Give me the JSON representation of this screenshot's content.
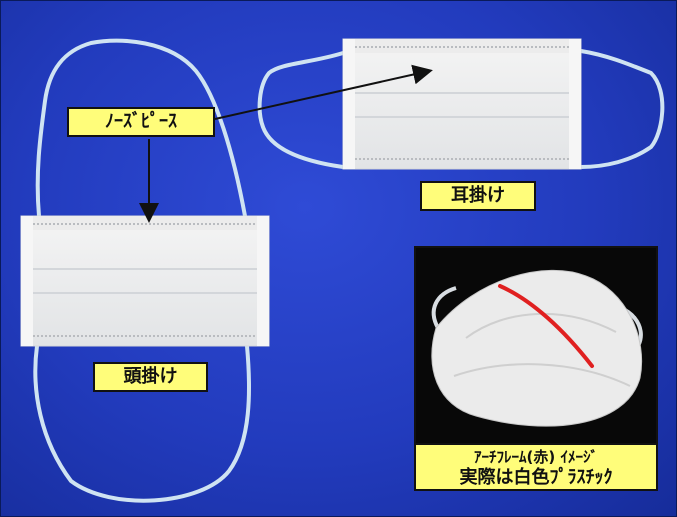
{
  "labels": {
    "nose_piece": "ﾉｰｽﾞﾋﾟｰｽ",
    "ear_loop": "耳掛け",
    "head_tie": "頭掛け"
  },
  "inset": {
    "caption_line1": "ｱｰﾁﾌﾚｰﾑ(赤)  ｲﾒｰｼﾞ",
    "caption_line2": "実際は白色ﾌﾟﾗｽﾁｯｸ"
  },
  "colors": {
    "background": "#223bbd",
    "label_fill": "#fffd7a",
    "arch_frame": "#e02020"
  }
}
